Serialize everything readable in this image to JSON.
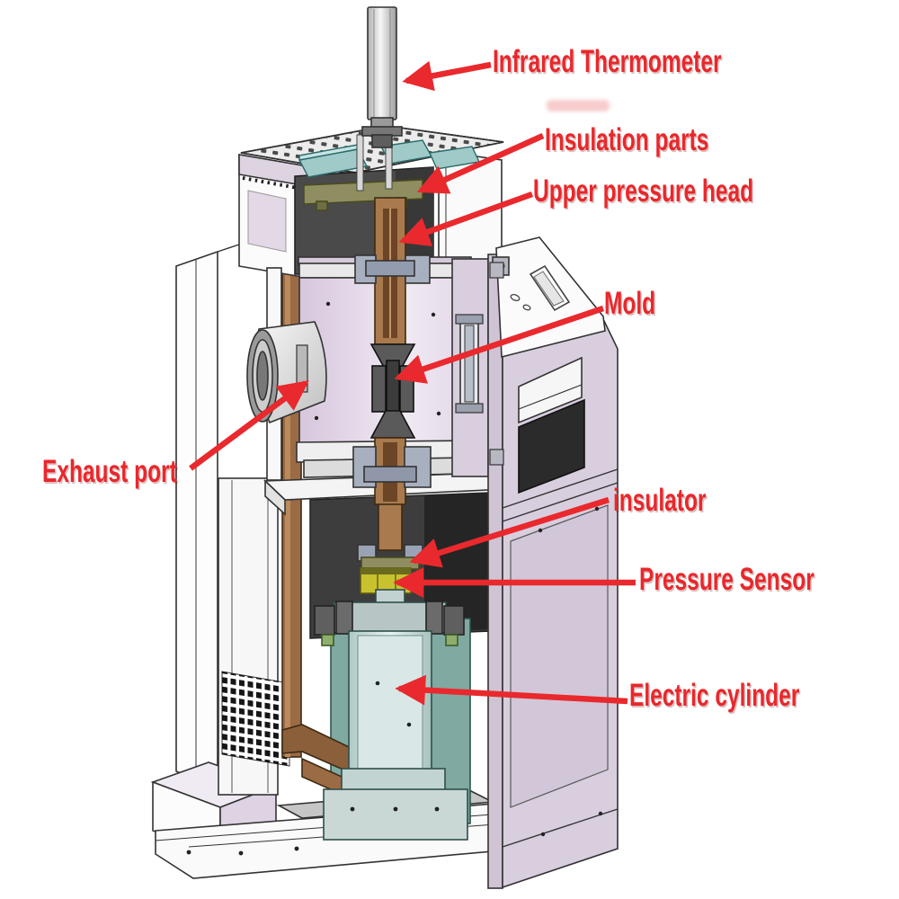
{
  "figure": {
    "type": "machine-cutaway-diagram",
    "subject": "Sintering press furnace cross-section with annotated components"
  },
  "labels": {
    "infrared_thermometer": "Infrared Thermometer",
    "insulation_parts": "Insulation parts",
    "upper_pressure_head": "Upper pressure head",
    "mold": "Mold",
    "exhaust_port": "Exhaust port",
    "insulator": "insulator",
    "pressure_sensor": "Pressure Sensor",
    "electric_cylinder": "Electric cylinder"
  },
  "colors": {
    "annotation_red": "#e8282c",
    "cabinet_lavender": "#d8cede",
    "chamber_pink": "#e4d7e8",
    "copper_brown": "#9a6b44",
    "insulation_teal": "#9fcac8",
    "insulator_olive": "#8e8e60",
    "sensor_yellow": "#c8c22e",
    "cylinder_pale_teal": "#cfe0de",
    "housing_dark_gray": "#4a4a4a",
    "backdrop_teal": "#7fa9a1",
    "outline_dark": "#333333",
    "background": "#ffffff"
  }
}
